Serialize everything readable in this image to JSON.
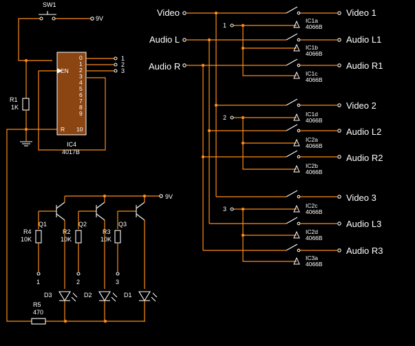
{
  "colors": {
    "background": "#000000",
    "wire": "#ff8c1a",
    "component": "#ffffff",
    "chip": "#8b4513"
  },
  "sw1": "SW1",
  "supply": "9V",
  "r1": {
    "name": "R1",
    "value": "1K"
  },
  "ic4": {
    "name": "IC4",
    "part": "4017B",
    "en": "EN",
    "r": "R",
    "pins": [
      "0",
      "1",
      "2",
      "3",
      "4",
      "5",
      "6",
      "7",
      "8",
      "9",
      "10"
    ]
  },
  "counter_outputs": [
    "1",
    "2",
    "3"
  ],
  "inputs": {
    "video": "Video",
    "audio_l": "Audio L",
    "audio_r": "Audio R"
  },
  "channels": [
    {
      "num": "1",
      "rows": [
        {
          "out": "Video 1",
          "ic": "IC1a",
          "part": "4066B"
        },
        {
          "out": "Audio L1",
          "ic": "IC1b",
          "part": "4066B"
        },
        {
          "out": "Audio R1",
          "ic": "IC1c",
          "part": "4066B"
        }
      ]
    },
    {
      "num": "2",
      "rows": [
        {
          "out": "Video 2",
          "ic": "IC1d",
          "part": "4066B"
        },
        {
          "out": "Audio L2",
          "ic": "IC2a",
          "part": "4066B"
        },
        {
          "out": "Audio R2",
          "ic": "IC2b",
          "part": "4066B"
        }
      ]
    },
    {
      "num": "3",
      "rows": [
        {
          "out": "Video 3",
          "ic": "IC2c",
          "part": "4066B"
        },
        {
          "out": "Audio L3",
          "ic": "IC2d",
          "part": "4066B"
        },
        {
          "out": "Audio R3",
          "ic": "IC3a",
          "part": "4066B"
        }
      ]
    }
  ],
  "drivers": [
    {
      "q": "Q1",
      "r": "R4",
      "rv": "10K",
      "d": "D3",
      "in": "1"
    },
    {
      "q": "Q2",
      "r": "R2",
      "rv": "10K",
      "d": "D2",
      "in": "2"
    },
    {
      "q": "Q3",
      "r": "R3",
      "rv": "10K",
      "d": "D1",
      "in": "3"
    }
  ],
  "r5": {
    "name": "R5",
    "value": "470"
  }
}
